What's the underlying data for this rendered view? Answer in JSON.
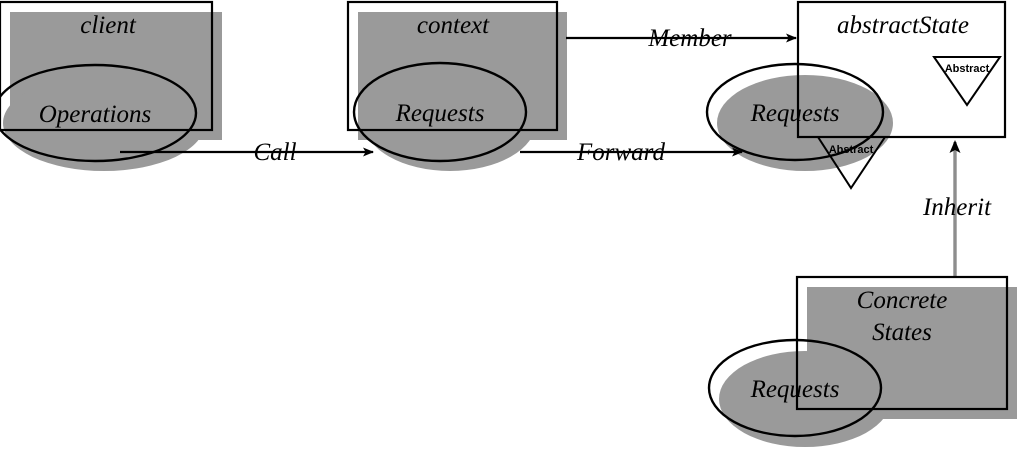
{
  "diagram": {
    "title": "State Pattern Collaboration Diagram",
    "colors": {
      "stroke": "#000000",
      "fill": "#ffffff",
      "shadow": "#9a9a9a",
      "edge_gray": "#8d8d8d"
    },
    "nodes": [
      {
        "id": "client",
        "kind": "class-box",
        "label": "client",
        "operation": "Operations",
        "stereotype": null
      },
      {
        "id": "context",
        "kind": "class-box",
        "label": "context",
        "operation": "Requests",
        "stereotype": null
      },
      {
        "id": "abstractState",
        "kind": "class-box",
        "label": "abstractState",
        "operation": "Requests",
        "stereotype": "Abstract",
        "operation_stereotype": "Abstract"
      },
      {
        "id": "concreteStates",
        "kind": "class-box",
        "label_line1": "Concrete",
        "label_line2": "States",
        "operation": "Requests",
        "stereotype": null
      }
    ],
    "edges": [
      {
        "id": "call",
        "label": "Call",
        "from": "client",
        "to": "context",
        "style": "solid-arrow"
      },
      {
        "id": "forward",
        "label": "Forward",
        "from": "context",
        "to": "abstractState",
        "style": "solid-arrow"
      },
      {
        "id": "member",
        "label": "Member",
        "from": "context",
        "to": "abstractState",
        "style": "solid-arrow"
      },
      {
        "id": "inherit",
        "label": "Inherit",
        "from": "concreteStates",
        "to": "abstractState",
        "style": "solid-arrow-up"
      }
    ]
  }
}
